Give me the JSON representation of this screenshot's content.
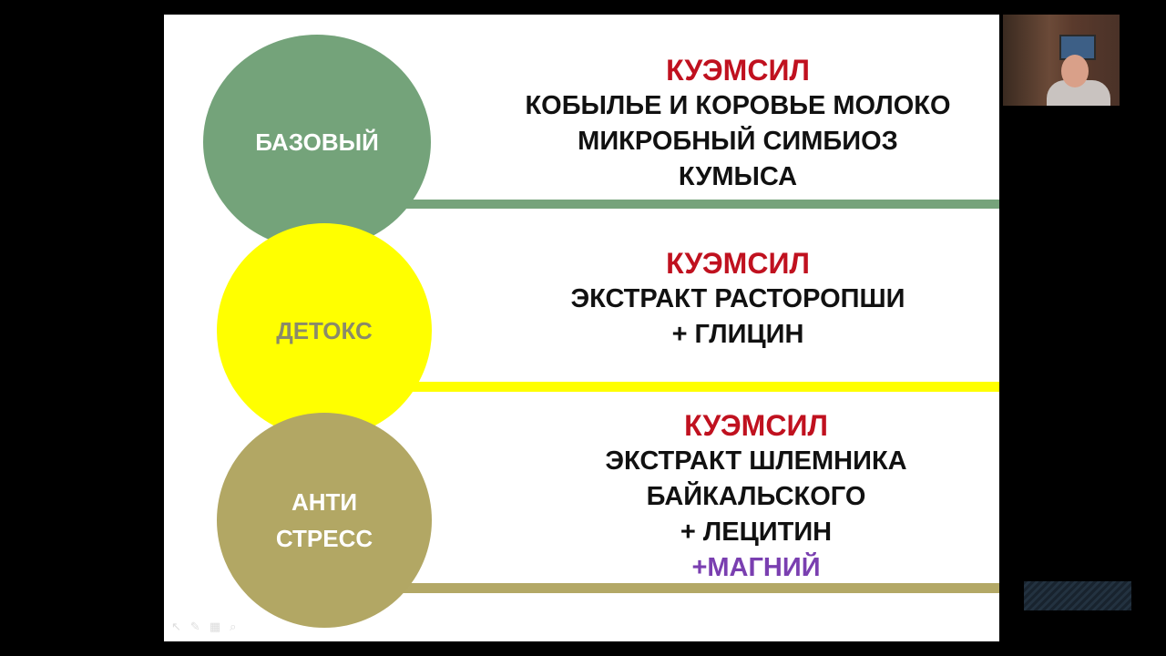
{
  "slide": {
    "rows": [
      {
        "circle_label": "БАЗОВЫЙ",
        "brand": "КУЭМСИЛ",
        "lines": [
          "КОБЫЛЬЕ И КОРОВЬЕ МОЛОКО",
          "МИКРОБНЫЙ СИМБИОЗ",
          "КУМЫСА"
        ],
        "color": "#74a37a"
      },
      {
        "circle_label": "ДЕТОКС",
        "brand": "КУЭМСИЛ",
        "lines": [
          "ЭКСТРАКТ РАСТОРОПШИ",
          "+ ГЛИЦИН"
        ],
        "color": "#ffff00"
      },
      {
        "circle_label_line1": "АНТИ",
        "circle_label_line2": "СТРЕСС",
        "brand": "КУЭМСИЛ",
        "lines": [
          "ЭКСТРАКТ ШЛЕМНИКА",
          "БАЙКАЛЬСКОГО",
          "+ ЛЕЦИТИН"
        ],
        "extra_line": "+МАГНИЙ",
        "color": "#b2a764"
      }
    ],
    "brand_color": "#c0111f",
    "extra_color": "#7a3fb0"
  },
  "controls": {
    "icons": [
      "pointer-icon",
      "pen-icon",
      "slides-icon",
      "zoom-icon"
    ]
  },
  "participant_video": {
    "icon": "participant-video"
  }
}
